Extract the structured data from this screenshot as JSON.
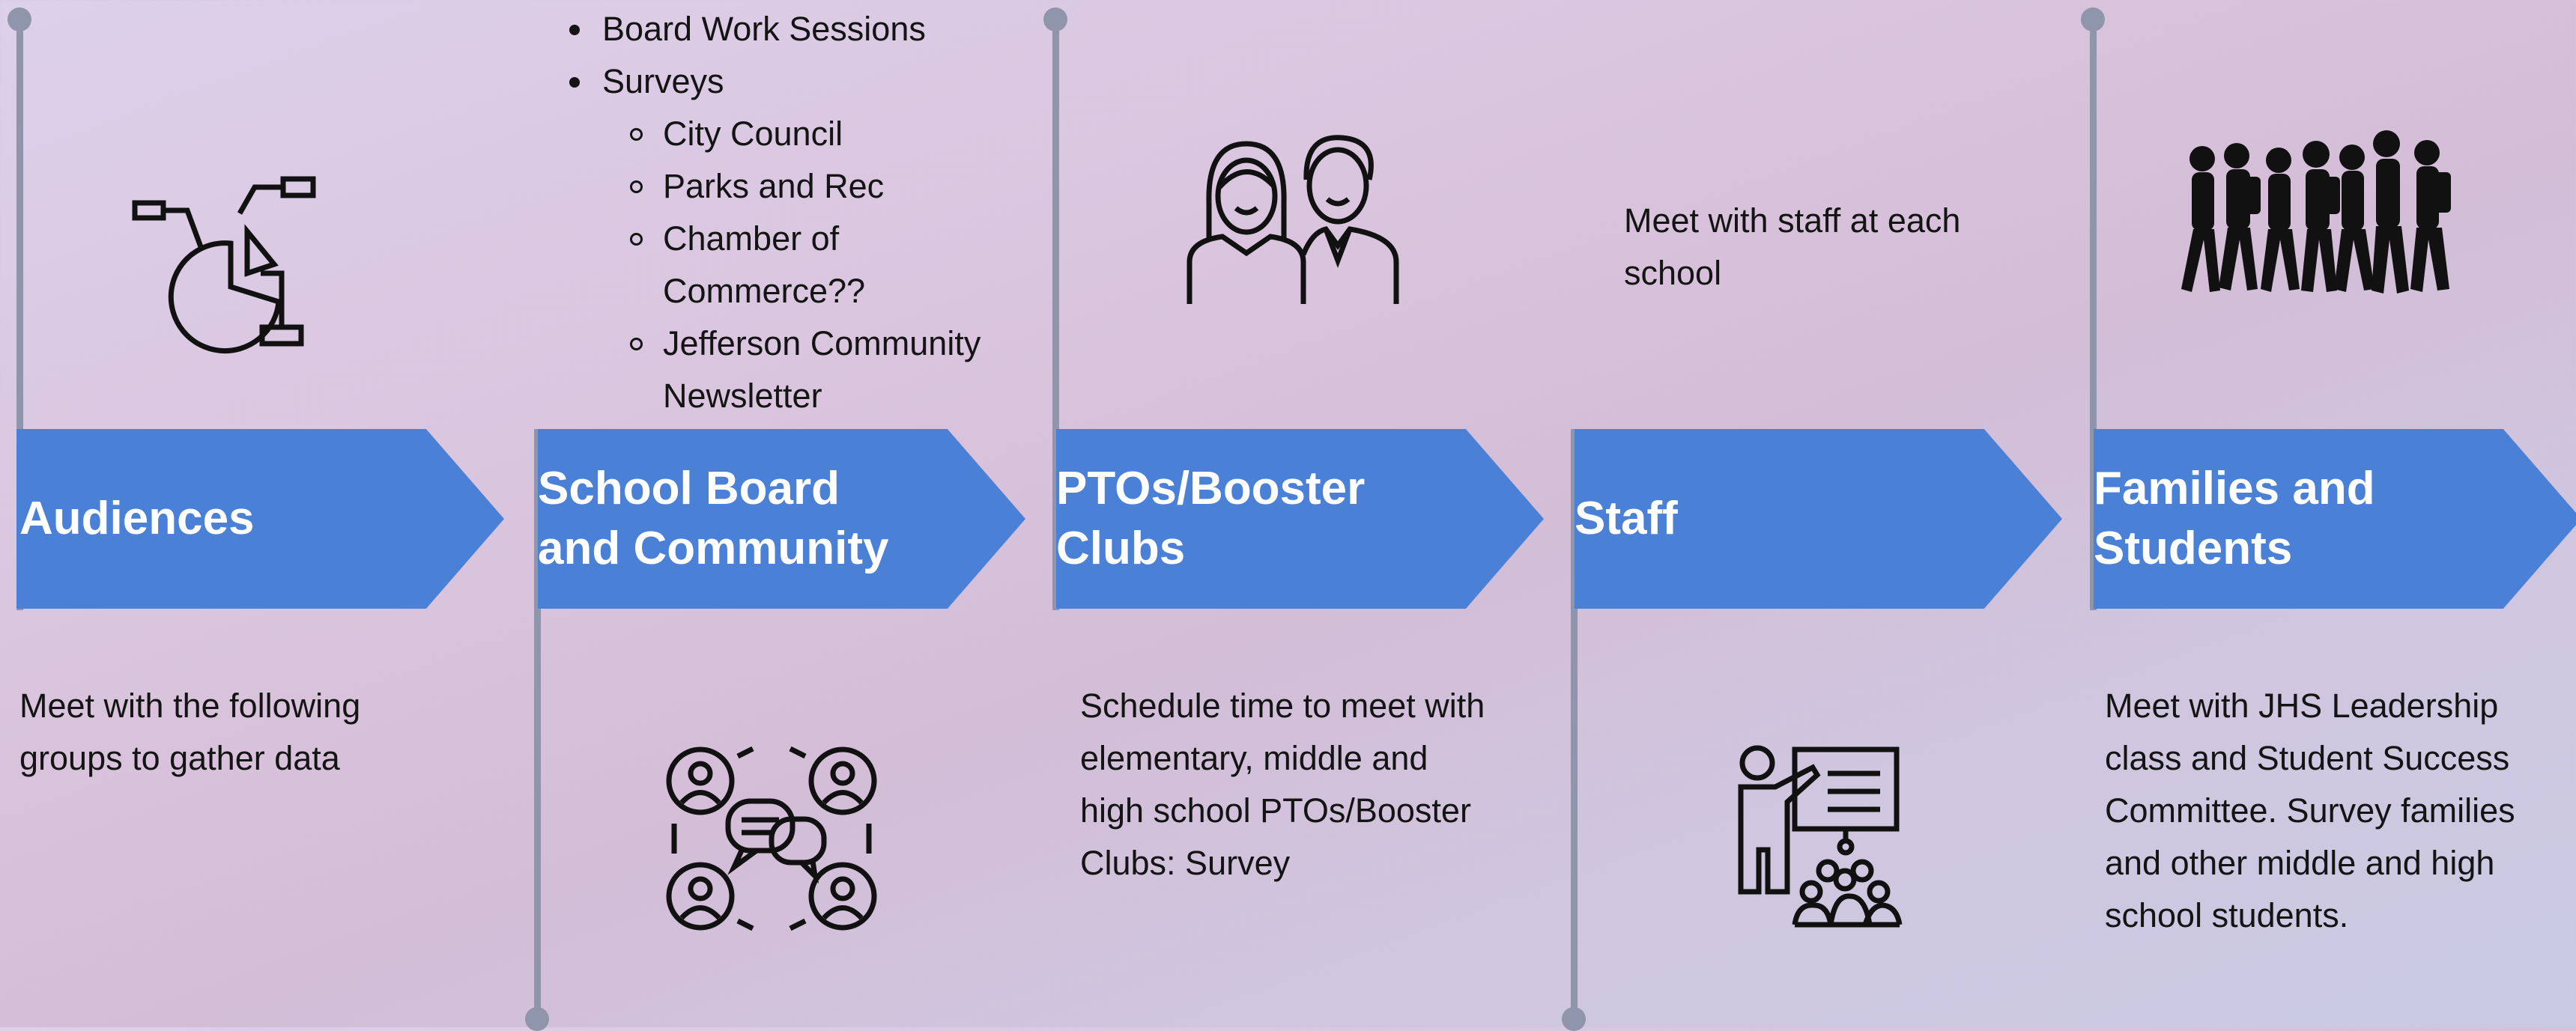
{
  "colors": {
    "arrow": "#4a80d6",
    "line": "#8f95aa",
    "text": "#141414"
  },
  "stages": [
    {
      "title": "Audiences",
      "body": [
        "Meet with the following",
        "groups to gather data"
      ],
      "icon": "pie-chart-icon"
    },
    {
      "title": [
        "School Board",
        "and Community"
      ],
      "bullets": [
        "Board Work Sessions",
        "Surveys"
      ],
      "sub_bullets": [
        "City Council",
        "Parks and Rec",
        "Chamber of",
        "Commerce??",
        "Jefferson Community",
        "Newsletter"
      ],
      "icon": "group-discussion-icon"
    },
    {
      "title": [
        "PTOs/Booster",
        "Clubs"
      ],
      "body": [
        "Schedule time to meet with",
        "elementary, middle and",
        "high school PTOs/Booster",
        "Clubs: Survey"
      ],
      "icon": "parents-icon"
    },
    {
      "title": "Staff",
      "body": [
        "Meet with staff at each",
        "school"
      ],
      "icon": "teacher-presentation-icon"
    },
    {
      "title": [
        "Families and",
        "Students"
      ],
      "body": [
        "Meet with JHS Leadership",
        "class and Student Success",
        "Committee. Survey families",
        "and other middle and high",
        "school students."
      ],
      "icon": "students-walking-icon"
    }
  ]
}
